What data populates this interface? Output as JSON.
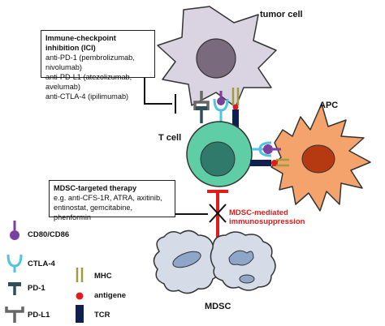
{
  "labels": {
    "tumor_cell": "tumor cell",
    "apc": "APC",
    "t_cell": "T cell",
    "mdsc": "MDSC",
    "mdsc_mediated_1": "MDSC-mediated",
    "mdsc_mediated_2": "immunosuppression"
  },
  "ici_box": {
    "title": "Immune-checkpoint inhibition (ICI)",
    "lines": [
      "anti-PD-1 (pembrolizumab, nivolumab)",
      "anti-PD-L1 (atezolizumab, avelumab)",
      "anti-CTLA-4 (ipilimumab)"
    ]
  },
  "mdsc_box": {
    "title": "MDSC-targeted therapy",
    "lines": [
      "e.g. anti-CFS-1R, ATRA, axitinib,",
      "entinostat, gemcitabine, phenformin"
    ]
  },
  "legend": {
    "cd80": "CD80/CD86",
    "ctla4": "CTLA-4",
    "pd1": "PD-1",
    "pdl1": "PD-L1",
    "mhc": "MHC",
    "antigene": "antigene",
    "tcr": "TCR"
  },
  "colors": {
    "tumor": "#d9d3e2",
    "tumor_nucleus": "#7a6a7e",
    "tcell": "#5fcea6",
    "tcell_nucleus": "#2f7a6a",
    "apc": "#f3a36b",
    "apc_nucleus": "#b53a12",
    "mdsc": "#d5dce8",
    "mdsc_nucleus": "#8ea6c8",
    "cd80": "#7b3fa0",
    "ctla4": "#4fc3df",
    "pd1": "#2e4f5a",
    "pdl1": "#666666",
    "mhc": "#a09c3c",
    "antigene": "#e01b1b",
    "tcr": "#0f2050",
    "inhibit_red": "#e01b1b"
  }
}
